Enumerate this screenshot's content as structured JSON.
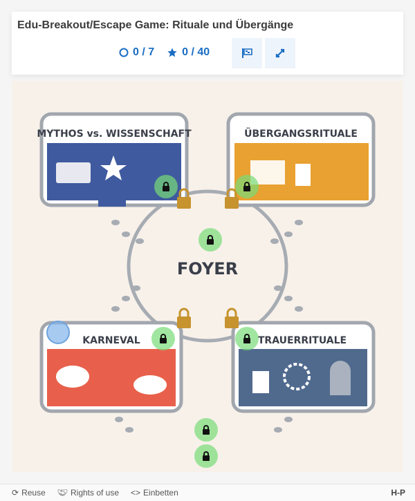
{
  "header": {
    "title": "Edu-Breakout/Escape Game: Rituale und Übergänge",
    "exercises": "0 / 7",
    "score": "0 / 40"
  },
  "rooms": [
    {
      "title": "MYTHOS vs. WISSENSCHAFT",
      "color": "#3f5a9f"
    },
    {
      "title": "ÜBERGANGSRITUALE",
      "color": "#e9a132"
    },
    {
      "title": "KARNEVAL",
      "color": "#e8604b"
    },
    {
      "title": "TRAUERRITUALE",
      "color": "#506a8e"
    }
  ],
  "center": {
    "title": "FOYER"
  },
  "footer": {
    "reuse": "Reuse",
    "rights": "Rights of use",
    "embed": "Einbetten",
    "logo": "H-P"
  }
}
